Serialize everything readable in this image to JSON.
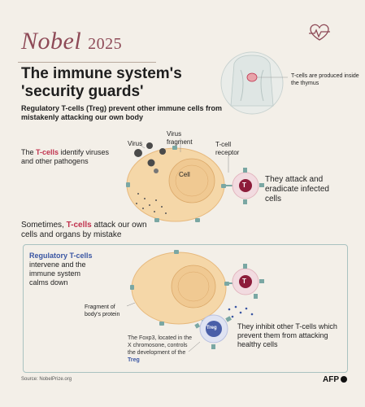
{
  "header": {
    "brand_word": "Nobel",
    "brand_year": "2025",
    "title_line1": "The immune system's",
    "title_line2": "'security guards'",
    "subtitle": "Regulatory T-cells (Treg) prevent other immune cells from mistakenly attacking our own body",
    "thymus_note": "T-cells are produced inside the thymus"
  },
  "scene1": {
    "intro_prefix": "The ",
    "intro_highlight": "T-cells",
    "intro_suffix": " identify viruses and other pathogens",
    "label_virus": "Virus",
    "label_virus_fragment": "Virus fragment",
    "label_tcell_receptor": "T-cell receptor",
    "label_cell": "Cell",
    "tcell_letter": "T",
    "attack_text": "They attack and eradicate infected cells"
  },
  "scene2": {
    "intro_prefix": "Sometimes, ",
    "intro_highlight": "T-cells",
    "intro_suffix": " attack our own cells and organs by mistake",
    "treg_highlight": "Regulatory T-cells",
    "treg_text": "intervene and the immune system calms down",
    "label_fragment": "Fragment of body's protein",
    "tcell_letter": "T",
    "treg_letter": "Treg",
    "inhibit_text": "They inhibit other T-cells which prevent them from attacking healthy cells",
    "foxp3_text": "The Foxp3, located in the X chromosone, controls the development of the ",
    "foxp3_highlight": "Treg"
  },
  "footer": {
    "source": "Source: NobelPrize.org",
    "agency": "AFP"
  },
  "colors": {
    "brand": "#8e4a57",
    "tcell": "#8d1c3a",
    "treg": "#4a5fa8",
    "cell_fill": "#f5d7a8",
    "receptor": "#7aa7a3",
    "panel_border": "#a9c2c0"
  },
  "icons": [
    "heart-icon",
    "thymus-body-icon",
    "virus-icon"
  ]
}
